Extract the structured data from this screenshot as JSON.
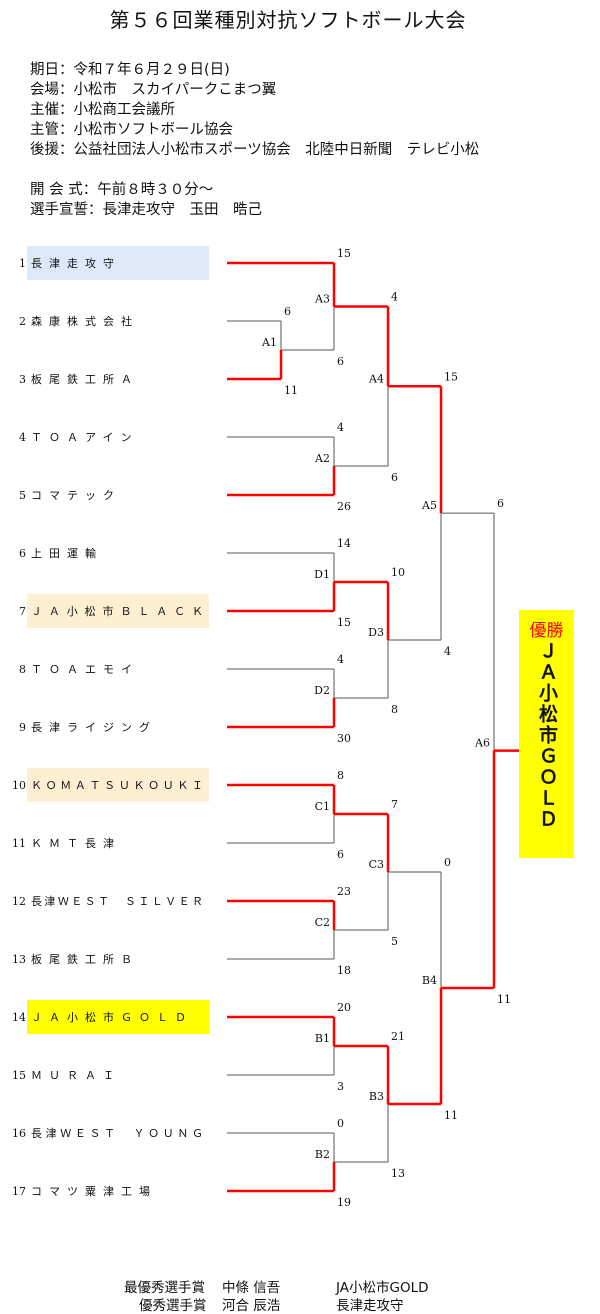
{
  "title": "第５６回業種別対抗ソフトボール大会",
  "info": [
    "期日：令和７年６月２９日(日)",
    "会場：小松市　スカイパークこまつ翼",
    "主催：小松商工会議所",
    "主管：小松市ソフトボール協会",
    "後援：公益社団法人小松市スポーツ協会　北陸中日新聞　テレビ小松"
  ],
  "schedule": [
    "開 会 式：午前８時３０分～",
    "選手宣誓：長津走攻守　玉田　晧己"
  ],
  "teams": [
    {
      "num": "1",
      "name": "長津走攻守",
      "highlight": "blue"
    },
    {
      "num": "2",
      "name": "森康株式会社",
      "highlight": ""
    },
    {
      "num": "3",
      "name": "板尾鉄工所Ａ",
      "highlight": ""
    },
    {
      "num": "4",
      "name": "ＴＯＡアイン",
      "highlight": ""
    },
    {
      "num": "5",
      "name": "コマテック",
      "highlight": ""
    },
    {
      "num": "6",
      "name": "上田運輸",
      "highlight": ""
    },
    {
      "num": "7",
      "name": "ＪＡ小松市ＢＬＡＣＫ",
      "highlight": "tan"
    },
    {
      "num": "8",
      "name": "ＴＯＡエモイ",
      "highlight": ""
    },
    {
      "num": "9",
      "name": "長津ライジング",
      "highlight": ""
    },
    {
      "num": "10",
      "name": "ＫＯＭＡＴＳＵＫＯＵＫＩ",
      "highlight": "tan"
    },
    {
      "num": "11",
      "name": "ＫＭＴ長津",
      "highlight": ""
    },
    {
      "num": "12",
      "name": "長津ＷＥＳＴ　ＳＩＬＶＥＲ",
      "highlight": ""
    },
    {
      "num": "13",
      "name": "板尾鉄工所Ｂ",
      "highlight": ""
    },
    {
      "num": "14",
      "name": "ＪＡ小松市ＧＯＬＤ",
      "highlight": "yellow"
    },
    {
      "num": "15",
      "name": "ＭＵＲＡＩ",
      "highlight": ""
    },
    {
      "num": "16",
      "name": "長津ＷＥＳＴ　ＹＯＵＮＧ",
      "highlight": ""
    },
    {
      "num": "17",
      "name": "コマツ粟津工場",
      "highlight": ""
    }
  ],
  "matches": [
    {
      "id": "A1",
      "round": 0,
      "top": "t2",
      "bottom": "t3",
      "top_score": "6",
      "bottom_score": "11",
      "winner": "bottom"
    },
    {
      "id": "A3",
      "round": 1,
      "top": "t1",
      "bottom": "A1",
      "top_score": "15",
      "bottom_score": "6",
      "winner": "top"
    },
    {
      "id": "A2",
      "round": 1,
      "top": "t4",
      "bottom": "t5",
      "top_score": "4",
      "bottom_score": "26",
      "winner": "bottom"
    },
    {
      "id": "A4",
      "round": 2,
      "top": "A3",
      "bottom": "A2",
      "top_score": "4",
      "bottom_score": "6",
      "winner": "top"
    },
    {
      "id": "D1",
      "round": 1,
      "top": "t6",
      "bottom": "t7",
      "top_score": "14",
      "bottom_score": "15",
      "winner": "bottom"
    },
    {
      "id": "D2",
      "round": 1,
      "top": "t8",
      "bottom": "t9",
      "top_score": "4",
      "bottom_score": "30",
      "winner": "bottom"
    },
    {
      "id": "D3",
      "round": 2,
      "top": "D1",
      "bottom": "D2",
      "top_score": "10",
      "bottom_score": "8",
      "winner": "top"
    },
    {
      "id": "A5",
      "round": 3,
      "top": "A4",
      "bottom": "D3",
      "top_score": "15",
      "bottom_score": "4",
      "winner": "top"
    },
    {
      "id": "C1",
      "round": 1,
      "top": "t10",
      "bottom": "t11",
      "top_score": "8",
      "bottom_score": "6",
      "winner": "top"
    },
    {
      "id": "C2",
      "round": 1,
      "top": "t12",
      "bottom": "t13",
      "top_score": "23",
      "bottom_score": "18",
      "winner": "top"
    },
    {
      "id": "C3",
      "round": 2,
      "top": "C1",
      "bottom": "C2",
      "top_score": "7",
      "bottom_score": "5",
      "winner": "top"
    },
    {
      "id": "B1",
      "round": 1,
      "top": "t14",
      "bottom": "t15",
      "top_score": "20",
      "bottom_score": "3",
      "winner": "top"
    },
    {
      "id": "B2",
      "round": 1,
      "top": "t16",
      "bottom": "t17",
      "top_score": "0",
      "bottom_score": "19",
      "winner": "bottom"
    },
    {
      "id": "B3",
      "round": 2,
      "top": "B1",
      "bottom": "B2",
      "top_score": "21",
      "bottom_score": "13",
      "winner": "top"
    },
    {
      "id": "B4",
      "round": 3,
      "top": "C3",
      "bottom": "B3",
      "top_score": "0",
      "bottom_score": "11",
      "winner": "bottom"
    },
    {
      "id": "A6",
      "round": 4,
      "top": "A5",
      "bottom": "B4",
      "top_score": "6",
      "bottom_score": "11",
      "winner": "bottom"
    }
  ],
  "champion": {
    "label": "優勝",
    "name": "ＪＡ小松市ＧＯＬＤ"
  },
  "awards": [
    {
      "title": "最優秀選手賞",
      "player": "中條 信吾",
      "team": "JA小松市GOLD"
    },
    {
      "title": "優秀選手賞",
      "player": "河合 辰浩",
      "team": "長津走攻守"
    }
  ],
  "colors": {
    "win": "#ff0000",
    "lose": "#555555"
  }
}
